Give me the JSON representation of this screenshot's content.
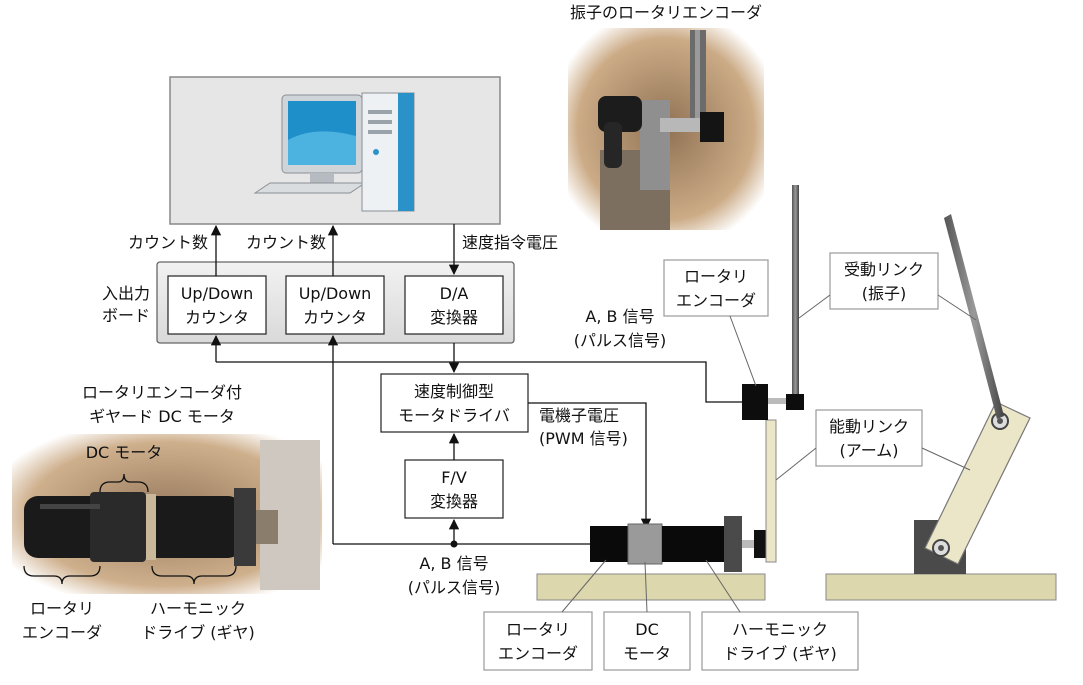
{
  "pendulum_photo": {
    "caption": "振子のロータリエンコーダ"
  },
  "board": {
    "label": [
      "入出力",
      "ボード"
    ]
  },
  "counter1": {
    "line1": "Up/Down",
    "line2": "カウンタ",
    "out_label": "カウント数"
  },
  "counter2": {
    "line1": "Up/Down",
    "line2": "カウンタ",
    "out_label": "カウント数"
  },
  "da": {
    "line1": "D/A",
    "line2": "変換器",
    "in_label": "速度指令電圧"
  },
  "driver": {
    "line1": "速度制御型",
    "line2": "モータドライバ"
  },
  "fv": {
    "line1": "F/V",
    "line2": "変換器"
  },
  "signals": {
    "ab_top": [
      "A, B 信号",
      "(パルス信号)"
    ],
    "ab_bottom": [
      "A, B 信号",
      "(パルス信号)"
    ],
    "armature": [
      "電機子電圧",
      "(PWM 信号)"
    ]
  },
  "motor_photo": {
    "caption": [
      "ロータリエンコーダ付",
      "ギヤード DC モータ"
    ],
    "dc_label": "DC モータ",
    "encoder_label": [
      "ロータリ",
      "エンコーダ"
    ],
    "gear_label": [
      "ハーモニック",
      "ドライブ (ギヤ)"
    ]
  },
  "device_labels": {
    "encoder": [
      "ロータリ",
      "エンコーダ"
    ],
    "dc": [
      "DC",
      "モータ"
    ],
    "gear": [
      "ハーモニック",
      "ドライブ (ギヤ)"
    ],
    "top_encoder": [
      "ロータリ",
      "エンコーダ"
    ],
    "passive_link": [
      "受動リンク",
      "(振子)"
    ],
    "active_link": [
      "能動リンク",
      "(アーム)"
    ]
  }
}
